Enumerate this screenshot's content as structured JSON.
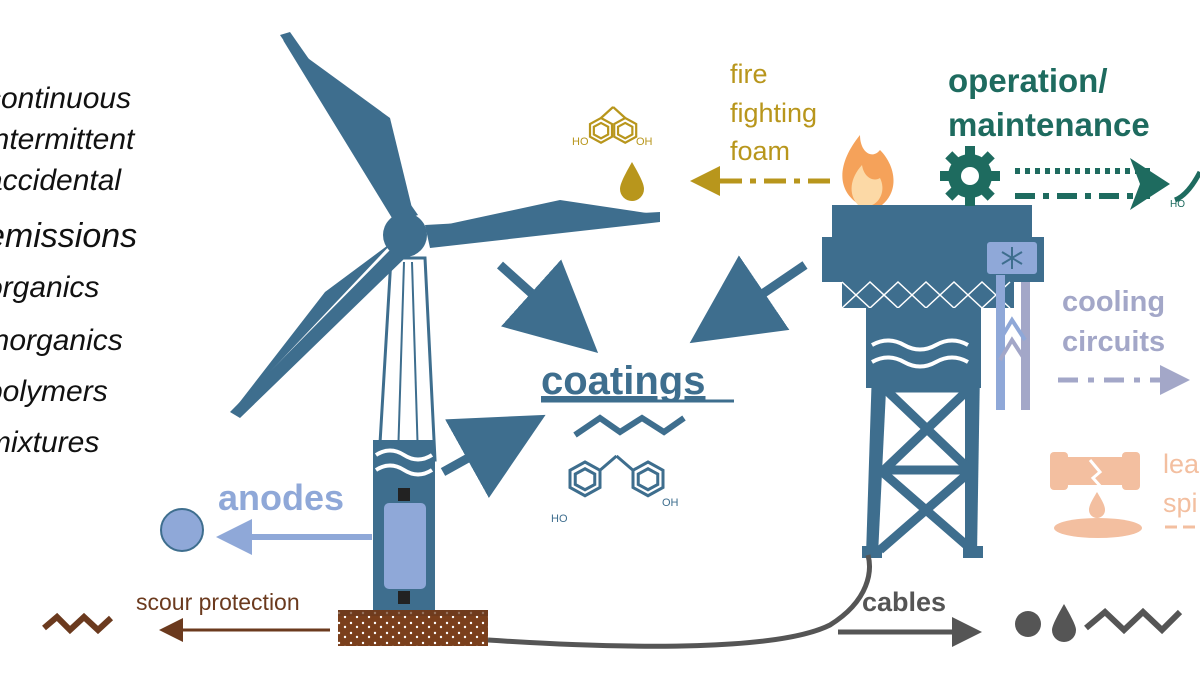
{
  "legend": {
    "release_types": [
      "continuous",
      "intermittent",
      "accidental"
    ],
    "emissions_title": "emissions",
    "emission_types": [
      "organics",
      "inorganics",
      "polymers",
      "mixtures"
    ]
  },
  "labels": {
    "fire_fighting_foam": [
      "fire",
      "fighting",
      "foam"
    ],
    "operation_maintenance": [
      "operation/",
      "maintenance"
    ],
    "cooling_circuits": [
      "cooling",
      "circuits"
    ],
    "leaks_spills": [
      "lea",
      "spi"
    ],
    "coatings": "coatings",
    "anodes": "anodes",
    "scour_protection": "scour protection",
    "cables": "cables",
    "hydroxyl": "OH",
    "hydroxyl_left": "HO"
  },
  "colors": {
    "structure": "#3e6e8e",
    "fire_foam": "#b8961c",
    "operation": "#1e6b5f",
    "cooling": "#a3a7c8",
    "leaks": "#f3bfa0",
    "anodes": "#8fa8d8",
    "scour": "#6b3a1e",
    "cables": "#555555",
    "flame": "#f5a25a"
  }
}
